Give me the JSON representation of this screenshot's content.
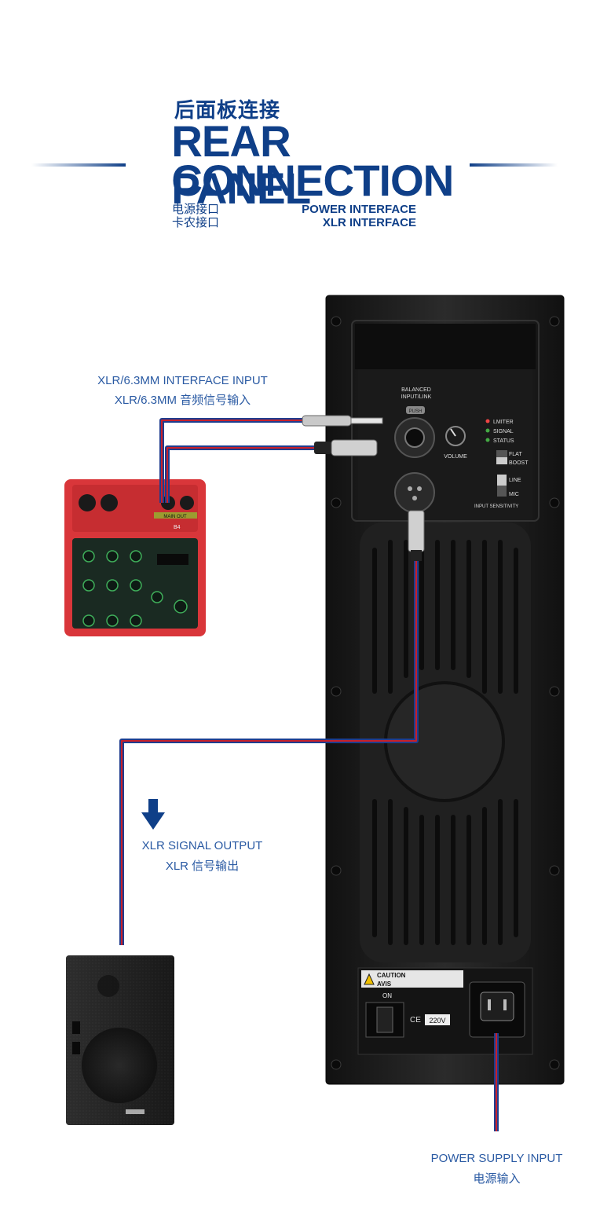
{
  "header": {
    "title_cn": "后面板连接",
    "title_en_line1": "REAR PANEL",
    "title_en_line2": "CONNECTION",
    "power_cn": "电源接口",
    "xlr_cn": "卡农接口",
    "power_en": "POWER INTERFACE",
    "xlr_en": "XLR INTERFACE"
  },
  "labels": {
    "input_en": "XLR/6.3MM INTERFACE INPUT",
    "input_cn": "XLR/6.3MM 音频信号输入",
    "output_en": "XLR SIGNAL OUTPUT",
    "output_cn": "XLR 信号输出",
    "power_en": "POWER SUPPLY INPUT",
    "power_cn": "电源输入"
  },
  "panel": {
    "balanced": "BALANCED",
    "input_link": "INPUT/LINK",
    "push": "PUSH",
    "limiter": "LMITER",
    "signal": "SIGNAL",
    "status": "STATUS",
    "volume": "VOLUME",
    "flat": "FLAT",
    "boost": "BOOST",
    "line": "LINE",
    "mic": "MIC",
    "input_sensitivity": "INPUT SENSITIVITY",
    "caution": "CAUTION",
    "avis": "AVIS",
    "on": "ON",
    "voltage": "220V",
    "ce": "CE"
  },
  "mixer": {
    "model": "B4",
    "main_out": "MAIN OUT"
  },
  "colors": {
    "brand_blue": "#0f3f88",
    "cable_red": "#c8202a",
    "cable_blue": "#1f3d8f",
    "panel_black": "#1c1c1c",
    "mixer_red": "#d9363a"
  }
}
